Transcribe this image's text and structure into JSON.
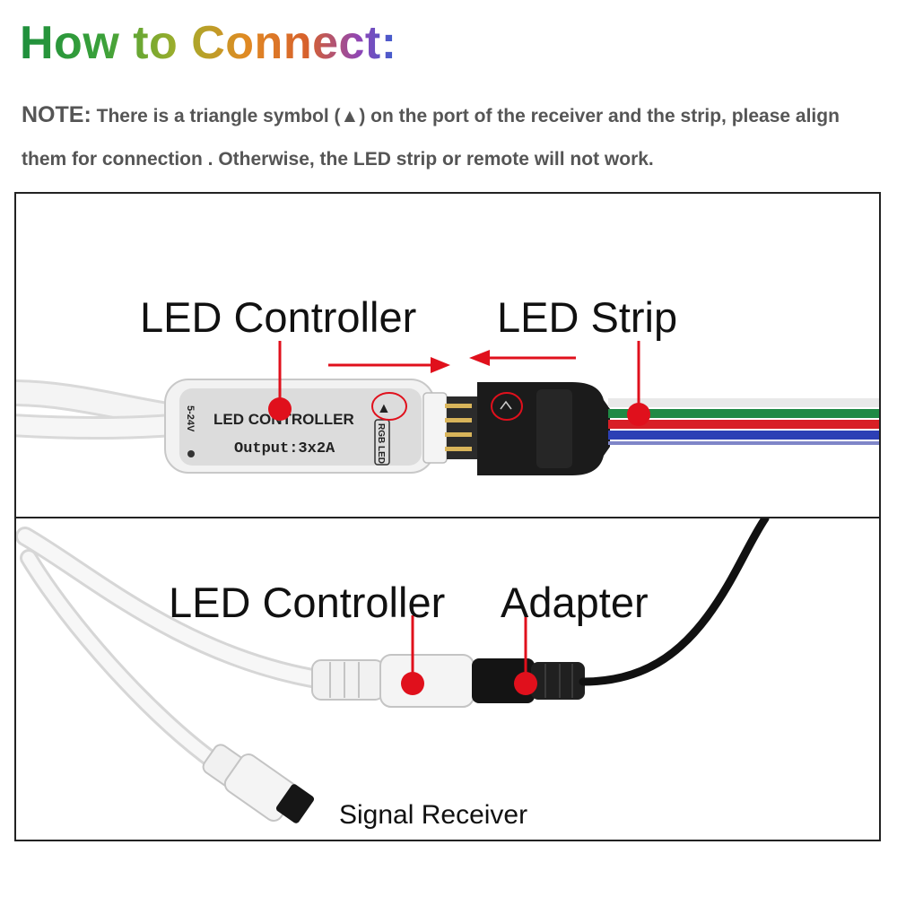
{
  "header": {
    "title": "How to Connect:",
    "note_lead": "NOTE:",
    "note_body": " There is a triangle symbol (▲) on the port of the receiver and the strip, please align them for connection . Otherwise, the LED strip or remote will not work."
  },
  "top_panel": {
    "label_controller": "LED Controller",
    "label_strip": "LED Strip",
    "device_brand": "LED CONTROLLER",
    "device_output": "Output:3x2A",
    "device_voltage": "5-24V",
    "device_type": "RGB LED",
    "triangle_glyph": "▲"
  },
  "bottom_panel": {
    "label_controller": "LED Controller",
    "label_adapter": "Adapter",
    "label_receiver": "Signal Receiver"
  },
  "colors": {
    "pointer": "#e0101c",
    "wire_green": "#1f8a45",
    "wire_red": "#d81f26",
    "wire_blue": "#2c3fb5"
  },
  "icons": [
    "arrow-right-icon",
    "arrow-left-icon",
    "pointer-dot-icon",
    "triangle-mark-icon"
  ]
}
